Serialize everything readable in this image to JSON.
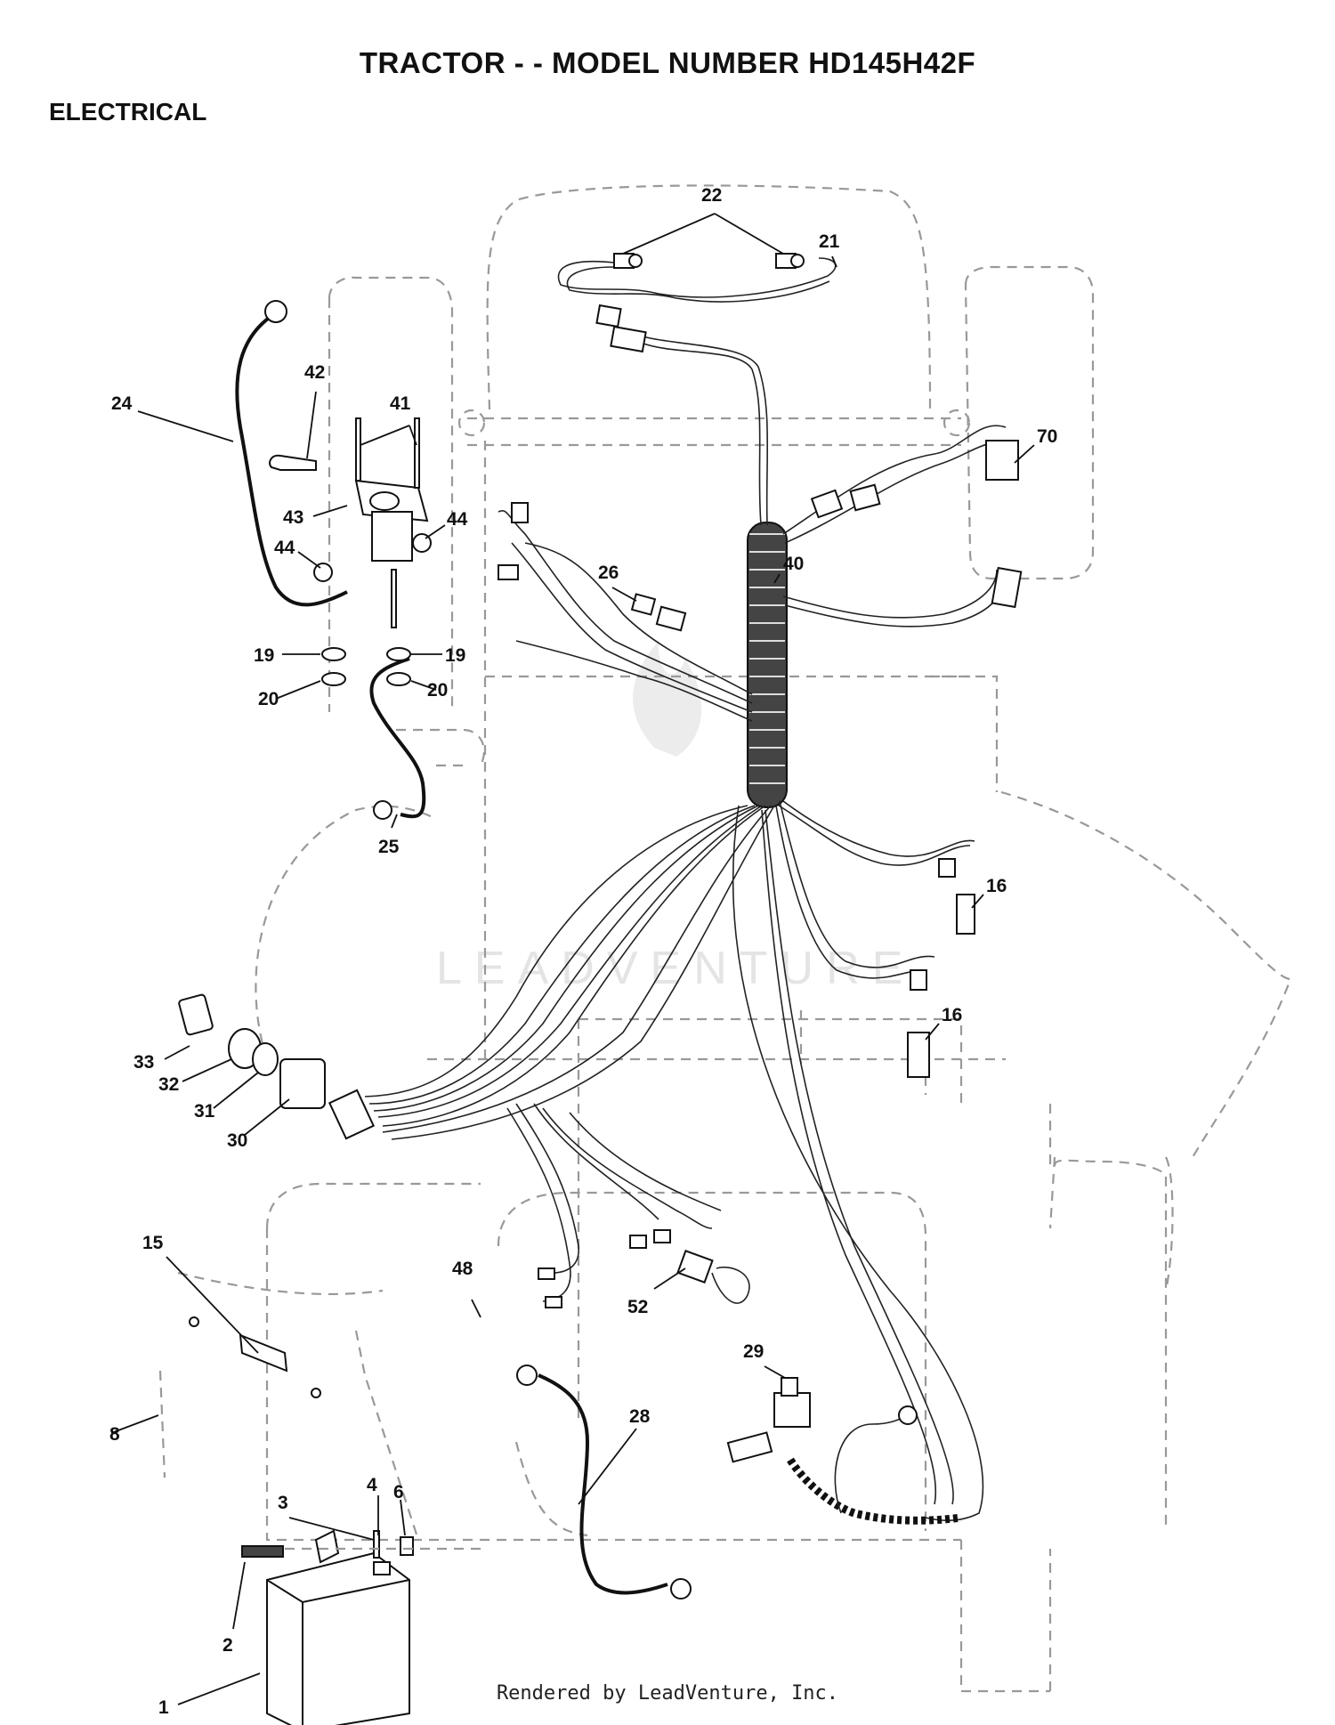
{
  "header": {
    "title": "TRACTOR - - MODEL NUMBER HD145H42F",
    "section": "ELECTRICAL"
  },
  "watermark": {
    "text": "LEADVENTURE"
  },
  "footer": {
    "text": "Rendered by LeadVenture, Inc."
  },
  "callouts": {
    "c1": "1",
    "c2": "2",
    "c3": "3",
    "c4": "4",
    "c6": "6",
    "c8": "8",
    "c15": "15",
    "c16a": "16",
    "c16b": "16",
    "c19a": "19",
    "c19b": "19",
    "c20a": "20",
    "c20b": "20",
    "c21": "21",
    "c22": "22",
    "c24": "24",
    "c25": "25",
    "c26": "26",
    "c28": "28",
    "c29": "29",
    "c30": "30",
    "c31": "31",
    "c32": "32",
    "c33": "33",
    "c40": "40",
    "c41": "41",
    "c42": "42",
    "c43": "43",
    "c44a": "44",
    "c44b": "44",
    "c48": "48",
    "c52": "52",
    "c70": "70"
  },
  "colors": {
    "line": "#111111",
    "ghost": "#999999",
    "watermark": "#e4e4e4"
  }
}
